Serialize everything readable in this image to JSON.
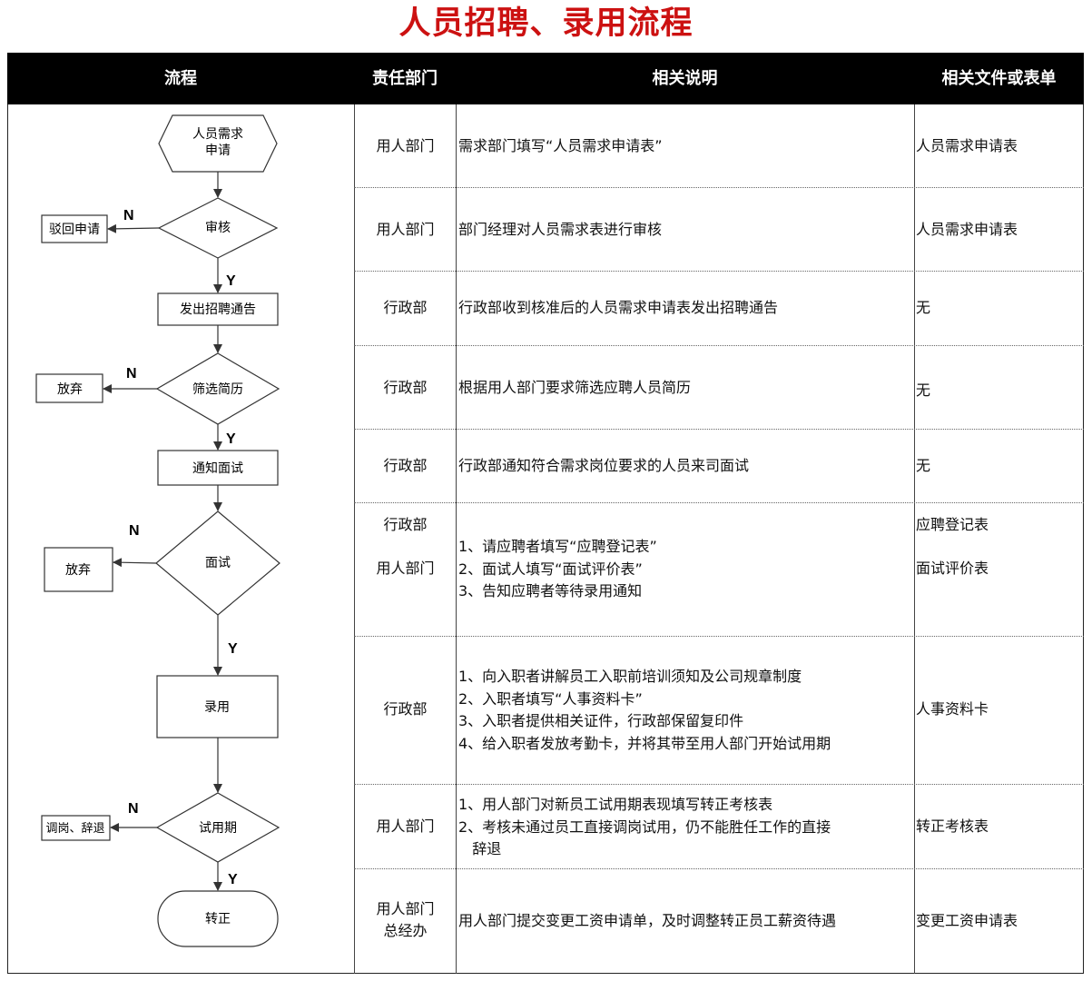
{
  "title": "人员招聘、录用流程",
  "headers": {
    "flow": "流程",
    "dept": "责任部门",
    "desc": "相关说明",
    "docs": "相关文件或表单"
  },
  "flow": {
    "start": [
      "人员需求",
      "申请"
    ],
    "review": "审核",
    "reject": "驳回申请",
    "post": "发出招聘通告",
    "screen": "筛选简历",
    "abandon1": "放弃",
    "notify": "通知面试",
    "interview": "面试",
    "abandon2": "放弃",
    "hire": "录用",
    "probation": "试用期",
    "transfer": "调岗、辞退",
    "confirm": "转正",
    "yes": "Y",
    "no": "N"
  },
  "rows": [
    {
      "dept": [
        "用人部门"
      ],
      "desc": [
        "需求部门填写“人员需求申请表”"
      ],
      "docs": [
        "人员需求申请表"
      ]
    },
    {
      "dept": [
        "用人部门"
      ],
      "desc": [
        "部门经理对人员需求表进行审核"
      ],
      "docs": [
        "人员需求申请表"
      ]
    },
    {
      "dept": [
        "行政部"
      ],
      "desc": [
        "行政部收到核准后的人员需求申请表发出招聘通告"
      ],
      "docs": [
        "无"
      ]
    },
    {
      "dept": [
        "行政部"
      ],
      "desc": [
        "根据用人部门要求筛选应聘人员简历"
      ],
      "docs": [
        "无"
      ]
    },
    {
      "dept": [
        "行政部"
      ],
      "desc": [
        "行政部通知符合需求岗位要求的人员来司面试"
      ],
      "docs": [
        "无"
      ]
    },
    {
      "dept": [
        "行政部",
        "用人部门"
      ],
      "desc": [
        "1、请应聘者填写“应聘登记表”",
        "2、面试人填写“面试评价表”",
        "3、告知应聘者等待录用通知"
      ],
      "docs": [
        "应聘登记表",
        "面试评价表"
      ]
    },
    {
      "dept": [
        "行政部"
      ],
      "desc": [
        "1、向入职者讲解员工入职前培训须知及公司规章制度",
        "2、入职者填写“人事资料卡”",
        "3、入职者提供相关证件，行政部保留复印件",
        "4、给入职者发放考勤卡，并将其带至用人部门开始试用期"
      ],
      "docs": [
        "人事资料卡"
      ]
    },
    {
      "dept": [
        "用人部门"
      ],
      "desc": [
        "1、用人部门对新员工试用期表现填写转正考核表",
        "2、考核未通过员工直接调岗试用，仍不能胜任工作的直接",
        "   辞退"
      ],
      "docs": [
        "转正考核表"
      ]
    },
    {
      "dept": [
        "用人部门",
        "总经办"
      ],
      "desc": [
        "用人部门提交变更工资申请单，及时调整转正员工薪资待遇"
      ],
      "docs": [
        "变更工资申请表"
      ]
    }
  ]
}
